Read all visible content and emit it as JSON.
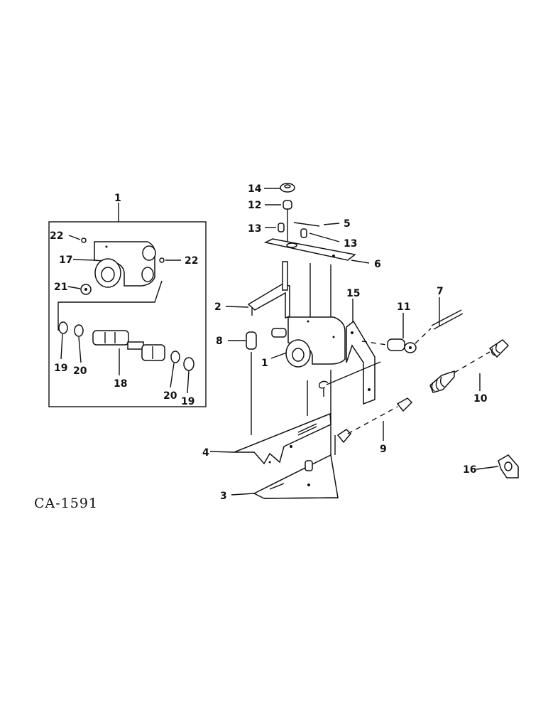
{
  "diagram_code": "CA-1591",
  "callouts": [
    {
      "id": "c-1-box",
      "text": "1"
    },
    {
      "id": "c-22-a",
      "text": "22"
    },
    {
      "id": "c-22-b",
      "text": "22"
    },
    {
      "id": "c-17",
      "text": "17"
    },
    {
      "id": "c-21",
      "text": "21"
    },
    {
      "id": "c-19-a",
      "text": "19"
    },
    {
      "id": "c-20-a",
      "text": "20"
    },
    {
      "id": "c-18",
      "text": "18"
    },
    {
      "id": "c-20-b",
      "text": "20"
    },
    {
      "id": "c-19-b",
      "text": "19"
    },
    {
      "id": "c-14",
      "text": "14"
    },
    {
      "id": "c-12",
      "text": "12"
    },
    {
      "id": "c-13-a",
      "text": "13"
    },
    {
      "id": "c-5",
      "text": "5"
    },
    {
      "id": "c-13-b",
      "text": "13"
    },
    {
      "id": "c-6",
      "text": "6"
    },
    {
      "id": "c-2",
      "text": "2"
    },
    {
      "id": "c-15",
      "text": "15"
    },
    {
      "id": "c-11",
      "text": "11"
    },
    {
      "id": "c-7",
      "text": "7"
    },
    {
      "id": "c-8",
      "text": "8"
    },
    {
      "id": "c-1-main",
      "text": "1"
    },
    {
      "id": "c-10",
      "text": "10"
    },
    {
      "id": "c-9",
      "text": "9"
    },
    {
      "id": "c-4",
      "text": "4"
    },
    {
      "id": "c-16",
      "text": "16"
    },
    {
      "id": "c-3",
      "text": "3"
    }
  ]
}
